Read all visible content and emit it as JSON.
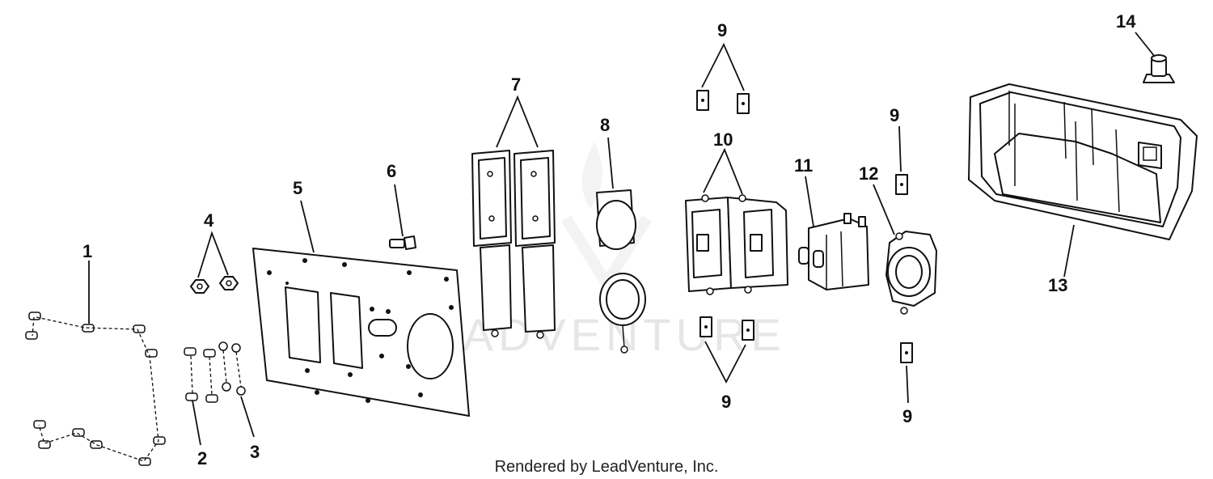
{
  "watermark": "LEADVENTURE",
  "credit": "Rendered by LeadVenture, Inc.",
  "callouts": {
    "c1": "1",
    "c2": "2",
    "c3": "3",
    "c4": "4",
    "c5": "5",
    "c6": "6",
    "c7": "7",
    "c8": "8",
    "c9a": "9",
    "c9b": "9",
    "c9c": "9",
    "c9d": "9",
    "c10": "10",
    "c11": "11",
    "c12": "12",
    "c13": "13",
    "c14": "14"
  }
}
